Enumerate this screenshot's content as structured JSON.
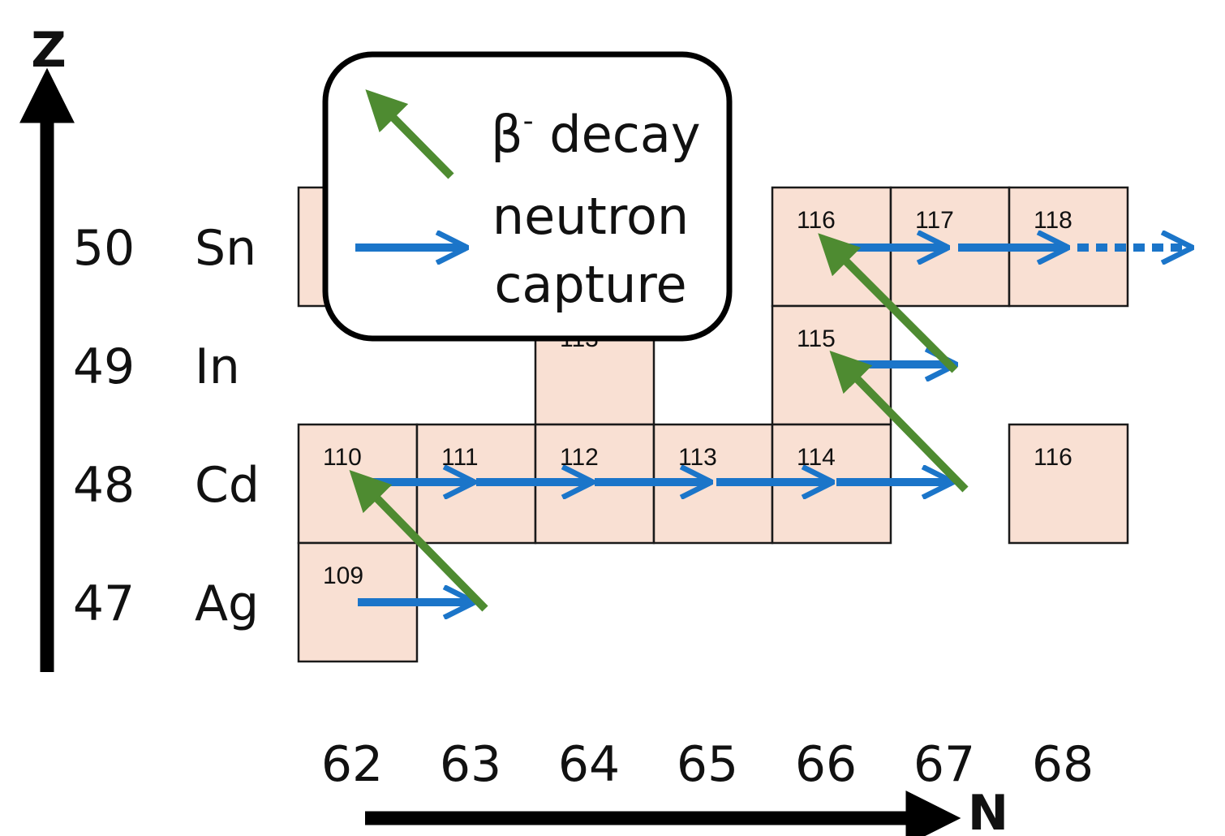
{
  "axes": {
    "z_label": "Z",
    "n_label": "N",
    "z_values": [
      "50",
      "49",
      "48",
      "47"
    ],
    "elements": [
      "Sn",
      "In",
      "Cd",
      "Ag"
    ],
    "n_values": [
      "62",
      "63",
      "64",
      "65",
      "66",
      "67",
      "68"
    ]
  },
  "legend": {
    "beta_symbol": "β",
    "beta_superscript": "-",
    "beta_text": " decay",
    "neutron_line1": "neutron",
    "neutron_line2": "capture"
  },
  "colors": {
    "neutron_capture": "#1b75c9",
    "beta_decay": "#4e8b31",
    "cell_fill": "#f9e0d3"
  },
  "nuclides": [
    {
      "element": "Sn",
      "z": 50,
      "n": 62,
      "mass": ""
    },
    {
      "element": "Sn",
      "z": 50,
      "n": 66,
      "mass": "116"
    },
    {
      "element": "Sn",
      "z": 50,
      "n": 67,
      "mass": "117"
    },
    {
      "element": "Sn",
      "z": 50,
      "n": 68,
      "mass": "118"
    },
    {
      "element": "In",
      "z": 49,
      "n": 64,
      "mass": "113"
    },
    {
      "element": "In",
      "z": 49,
      "n": 66,
      "mass": "115"
    },
    {
      "element": "Cd",
      "z": 48,
      "n": 62,
      "mass": "110"
    },
    {
      "element": "Cd",
      "z": 48,
      "n": 63,
      "mass": "111"
    },
    {
      "element": "Cd",
      "z": 48,
      "n": 64,
      "mass": "112"
    },
    {
      "element": "Cd",
      "z": 48,
      "n": 65,
      "mass": "113"
    },
    {
      "element": "Cd",
      "z": 48,
      "n": 66,
      "mass": "114"
    },
    {
      "element": "Cd",
      "z": 48,
      "n": 68,
      "mass": "116"
    },
    {
      "element": "Ag",
      "z": 47,
      "n": 62,
      "mass": "109"
    }
  ]
}
